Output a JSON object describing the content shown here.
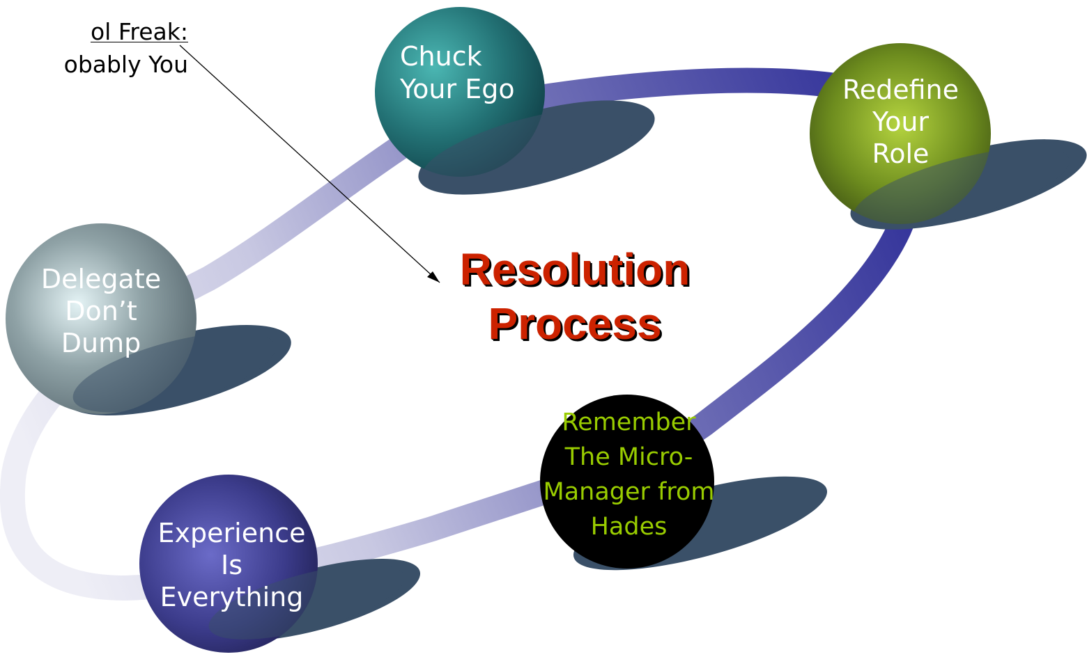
{
  "callout": {
    "line1": "ol Freak:",
    "line2": "obably You"
  },
  "title": "Resolution\nProcess",
  "nodes": [
    {
      "id": "chuck",
      "label": "Chuck\nYour Ego",
      "color": "teal"
    },
    {
      "id": "redefine",
      "label": "Redefine\nYour\nRole",
      "color": "olive"
    },
    {
      "id": "delegate",
      "label": "Delegate\nDon’t\nDump",
      "color": "gray"
    },
    {
      "id": "remember",
      "label": "Remember\nThe Micro-\nManager from\nHades",
      "color": "black"
    },
    {
      "id": "experience",
      "label": "Experience\nIs\nEverything",
      "color": "indigo"
    }
  ],
  "colors": {
    "title_fill": "#cc2200",
    "remember_text": "#99cc00",
    "loop_dark": "#33339a",
    "loop_light": "#e8e8f4",
    "shadow": "#3a5068"
  }
}
